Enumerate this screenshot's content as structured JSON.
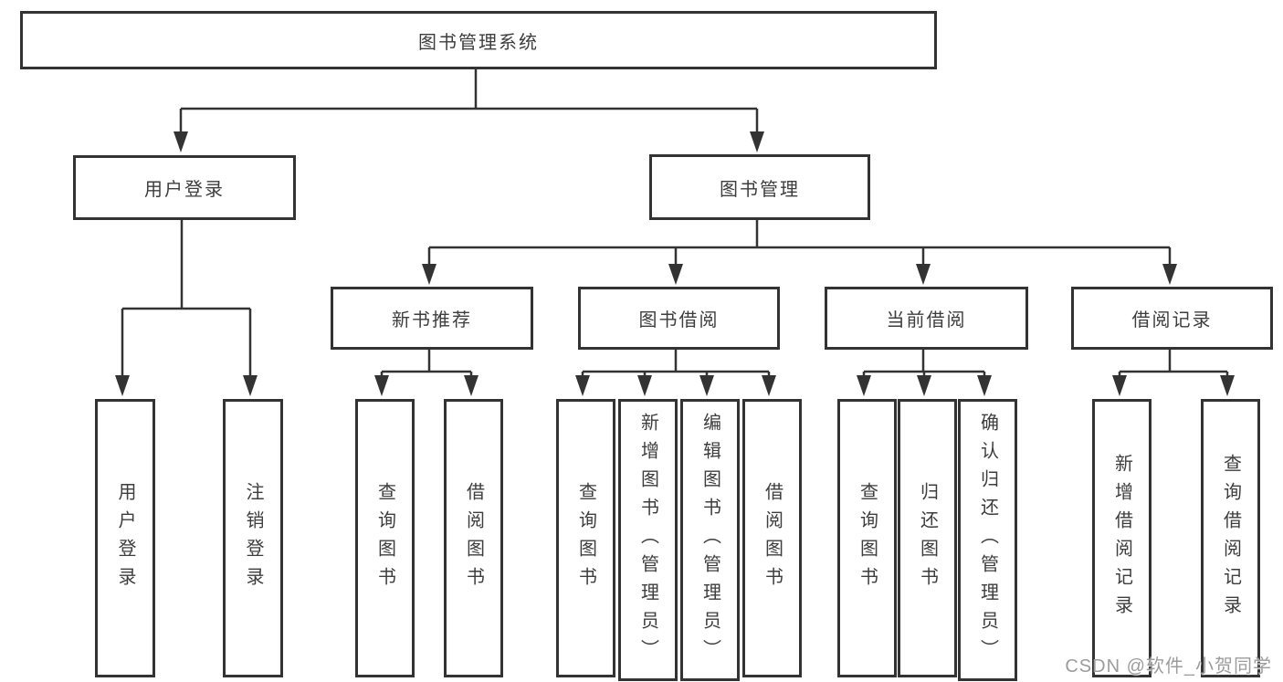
{
  "colors": {
    "line": "#333333",
    "box_border": "#333333",
    "text": "#3d3d3d",
    "background": "#ffffff",
    "watermark": "#9c9c9c"
  },
  "watermark": {
    "text": "CSDN @软件_小贺同学"
  },
  "tree": {
    "root": {
      "label": "图书管理系统"
    },
    "branches": [
      {
        "label": "用户登录",
        "children": [
          {
            "label": "用户登录"
          },
          {
            "label": "注销登录"
          }
        ]
      },
      {
        "label": "图书管理",
        "children": [
          {
            "label": "新书推荐",
            "children": [
              {
                "label": "查询图书"
              },
              {
                "label": "借阅图书"
              }
            ]
          },
          {
            "label": "图书借阅",
            "children": [
              {
                "label": "查询图书"
              },
              {
                "label": "新增图书（管理员）"
              },
              {
                "label": "编辑图书（管理员）"
              },
              {
                "label": "借阅图书"
              }
            ]
          },
          {
            "label": "当前借阅",
            "children": [
              {
                "label": "查询图书"
              },
              {
                "label": "归还图书"
              },
              {
                "label": "确认归还（管理员）"
              }
            ]
          },
          {
            "label": "借阅记录",
            "children": [
              {
                "label": "新增借阅记录"
              },
              {
                "label": "查询借阅记录"
              }
            ]
          }
        ]
      }
    ]
  }
}
